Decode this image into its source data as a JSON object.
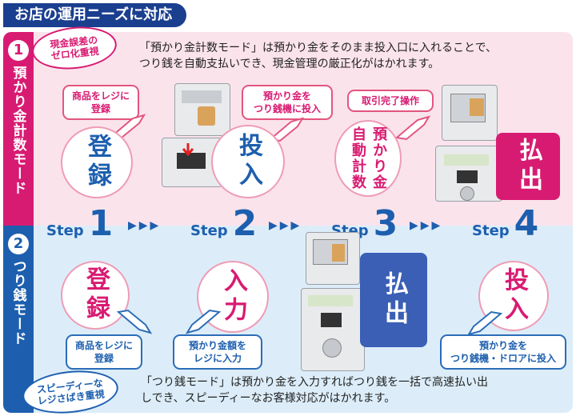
{
  "title": "お店の運用ニーズに対応",
  "mode1": {
    "number": "1",
    "name": "預かり金計数モード",
    "badge": "現金誤差の\nゼロ化重視",
    "description": "「預かり金計数モード」は預かり金をそのまま投入口に入れることで、\nつり銭を自動支払いでき、現金管理の厳正化がはかれます。",
    "bubbles": [
      "商品をレジに\n登録",
      "預かり金を\nつり銭機に投入",
      "取引完了操作"
    ],
    "actions": [
      "登録",
      "投入",
      "預かり金\n自動計数",
      "払出"
    ]
  },
  "steps": [
    {
      "word": "Step",
      "num": "1"
    },
    {
      "word": "Step",
      "num": "2"
    },
    {
      "word": "Step",
      "num": "3"
    },
    {
      "word": "Step",
      "num": "4"
    }
  ],
  "step_arrows": "▶▶▶",
  "mode2": {
    "number": "2",
    "name": "つり銭モード",
    "badge": "スピーディーな\nレジさばき重視",
    "description": "「つり銭モード」は預かり金を入力すればつり銭を一括で高速払い出\nしでき、スピーディーなお客様対応がはかれます。",
    "bubbles": [
      "商品をレジに\n登録",
      "預かり金額を\nレジに入力",
      "預かり金を\nつり銭機・ドロアに投入"
    ],
    "actions": [
      "登録",
      "入力",
      "払出",
      "投入"
    ]
  },
  "colors": {
    "pink": "#d81b72",
    "blue": "#1d5fae",
    "pink_bg": "#fbe3ec",
    "blue_bg": "#dcedf9"
  },
  "icons": [
    "pointing-hand-icon",
    "arrow-right-icon",
    "coin-tray-photo",
    "change-machine-photo"
  ]
}
